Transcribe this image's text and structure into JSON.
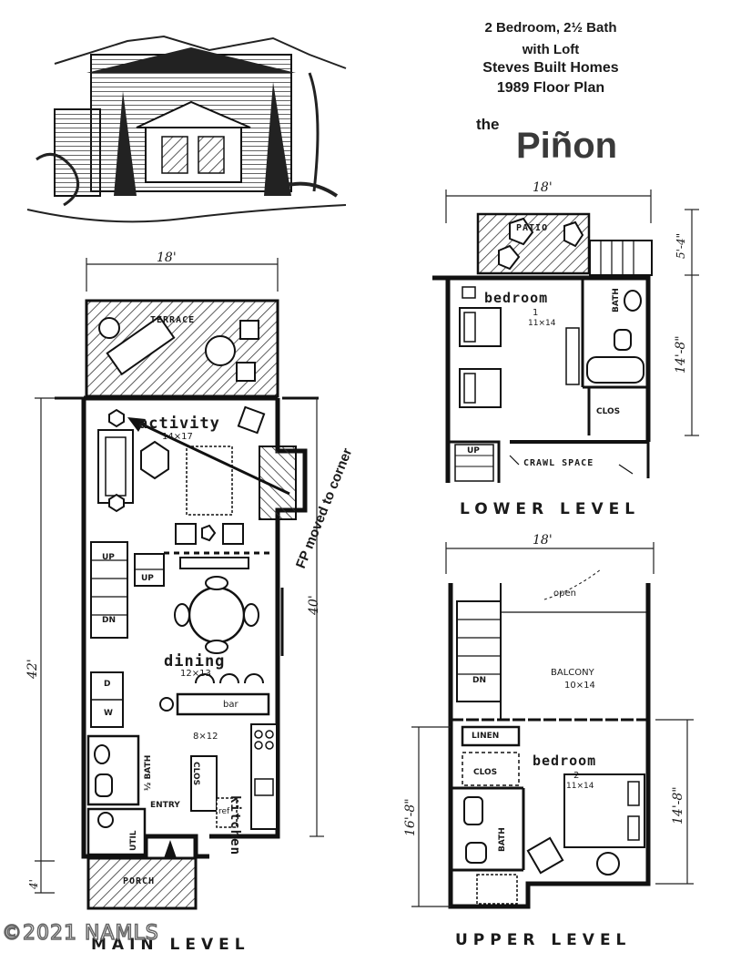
{
  "header": {
    "line1": "2 Bedroom, 2½ Bath",
    "line2": "with Loft",
    "line3": "Steves Built Homes",
    "line4": "1989 Floor Plan",
    "title_prefix": "the",
    "title_name": "Piñon"
  },
  "main_level": {
    "label": "MAIN LEVEL",
    "width_dim": "18'",
    "height_dim": "42'",
    "inner_dim": "40'",
    "porch_dim": "4'",
    "rooms": {
      "terrace": "TERRACE",
      "activity": "activity",
      "activity_size": "14×17",
      "up1": "UP",
      "up2": "UP",
      "dn": "DN",
      "dining": "dining",
      "dining_size": "12×13",
      "bar": "bar",
      "kitchen": "kitchen",
      "kitchen_size": "8×12",
      "wd_w": "W",
      "wd_d": "D",
      "half_bath": "½ BATH",
      "clos": "CLOS",
      "entry": "ENTRY",
      "ref": "ref",
      "util": "UTIL",
      "porch": "PORCH"
    },
    "annotation": "FP moved to corner"
  },
  "lower_level": {
    "label": "LOWER LEVEL",
    "width_dim": "18'",
    "patio_dim": "5'-4\"",
    "height_dim": "14'-8\"",
    "rooms": {
      "patio": "PATIO",
      "bedroom": "bedroom",
      "bedroom_num": "1",
      "bedroom_size": "11×14",
      "bath": "BATH",
      "clos": "CLOS",
      "up": "UP",
      "crawl": "CRAWL SPACE"
    }
  },
  "upper_level": {
    "label": "UPPER LEVEL",
    "width_dim": "18'",
    "left_dim": "16'-8\"",
    "right_dim": "14'-8\"",
    "rooms": {
      "open": "open",
      "dn": "DN",
      "balcony": "BALCONY",
      "balcony_size": "10×14",
      "linen": "LINEN",
      "bedroom": "bedroom",
      "bedroom_num": "2",
      "bedroom_size": "11×14",
      "clos": "CLOS",
      "bath": "BATH"
    }
  },
  "watermark": "©2021 NAMLS"
}
